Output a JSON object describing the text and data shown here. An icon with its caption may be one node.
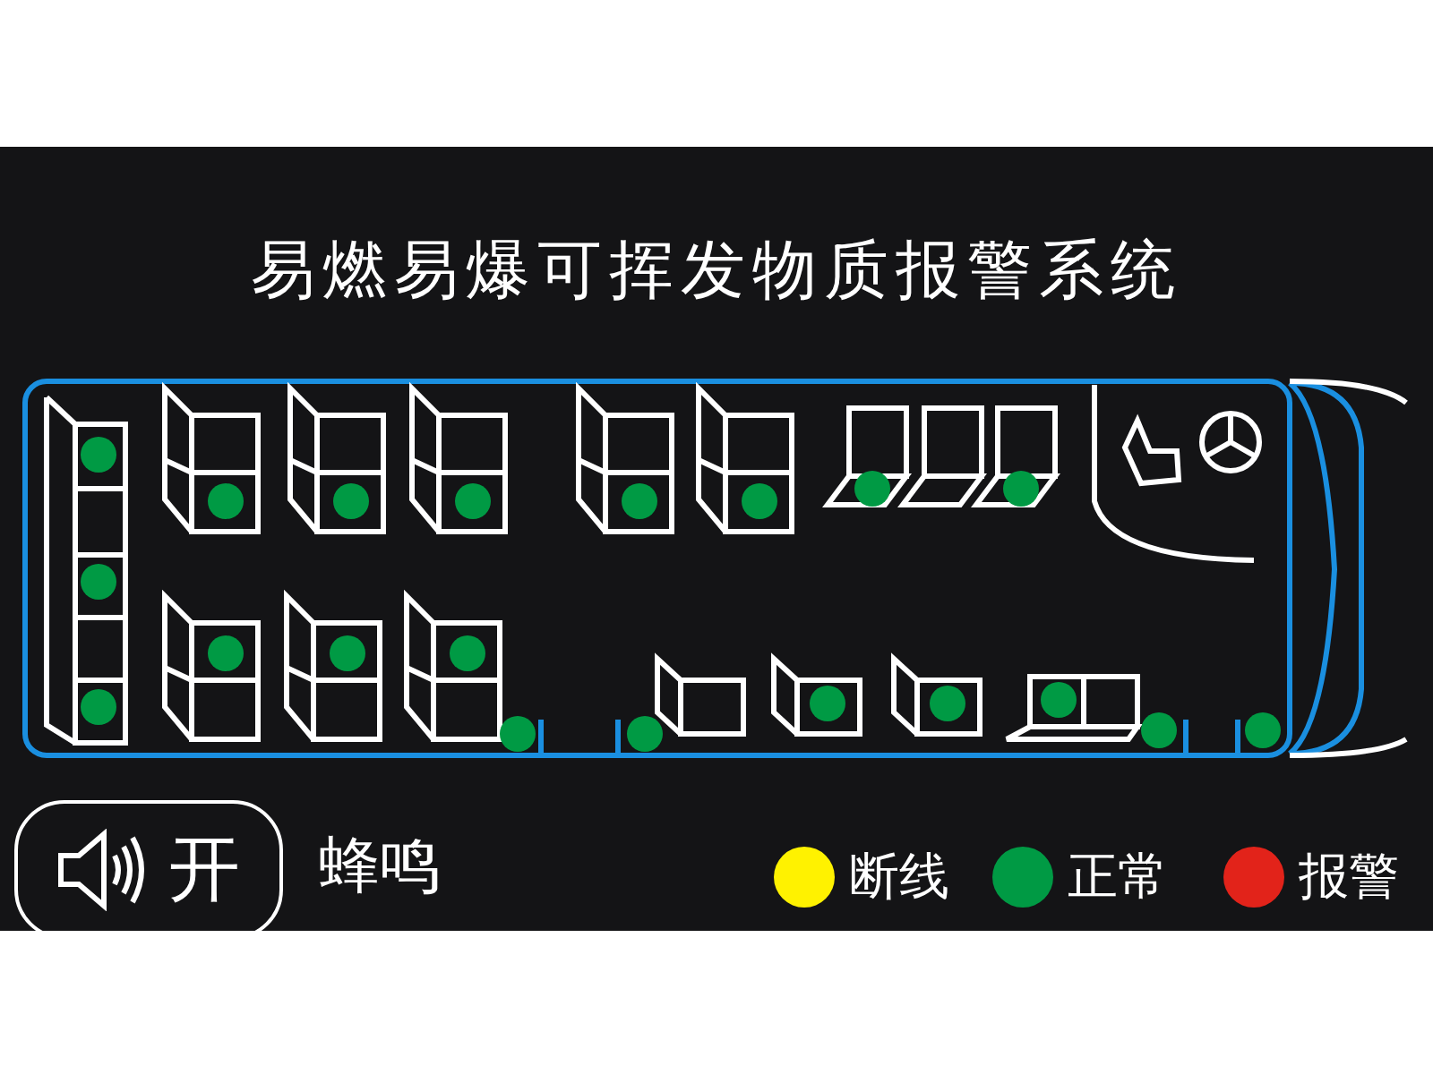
{
  "diagram": {
    "title": "易燃易爆可挥发物质报警系统",
    "labels": [
      "开",
      "蜂鸣"
    ],
    "legend": [
      {
        "text": "断线",
        "color": "#fff200"
      },
      {
        "text": "正常",
        "color": "#009a44"
      },
      {
        "text": "报警",
        "color": "#e2231a"
      }
    ]
  }
}
